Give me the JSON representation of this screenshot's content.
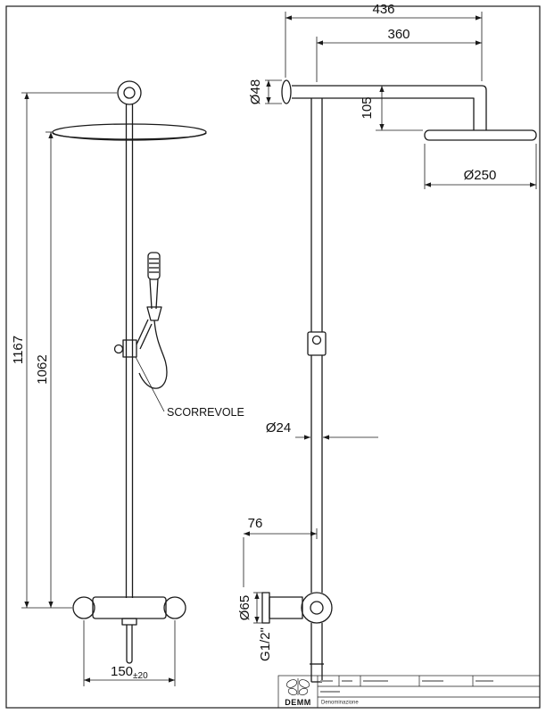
{
  "drawing": {
    "dimensions": {
      "top_width": "436",
      "arm_length": "360",
      "arm_diameter": "Ø48",
      "head_drop": "105",
      "head_diameter": "Ø250",
      "total_height": "1167",
      "column_height": "1062",
      "pipe_diameter": "Ø24",
      "wall_offset": "76",
      "mixer_diameter": "Ø65",
      "thread": "G1/2\"",
      "inlet_spacing": "150",
      "inlet_tolerance": "±20"
    },
    "labels": {
      "slider": "SCORREVOLE"
    },
    "title_block": {
      "brand": "DEMM",
      "field_name": "Denominazione"
    },
    "colors": {
      "line": "#1a1a1a",
      "background": "#ffffff"
    }
  }
}
